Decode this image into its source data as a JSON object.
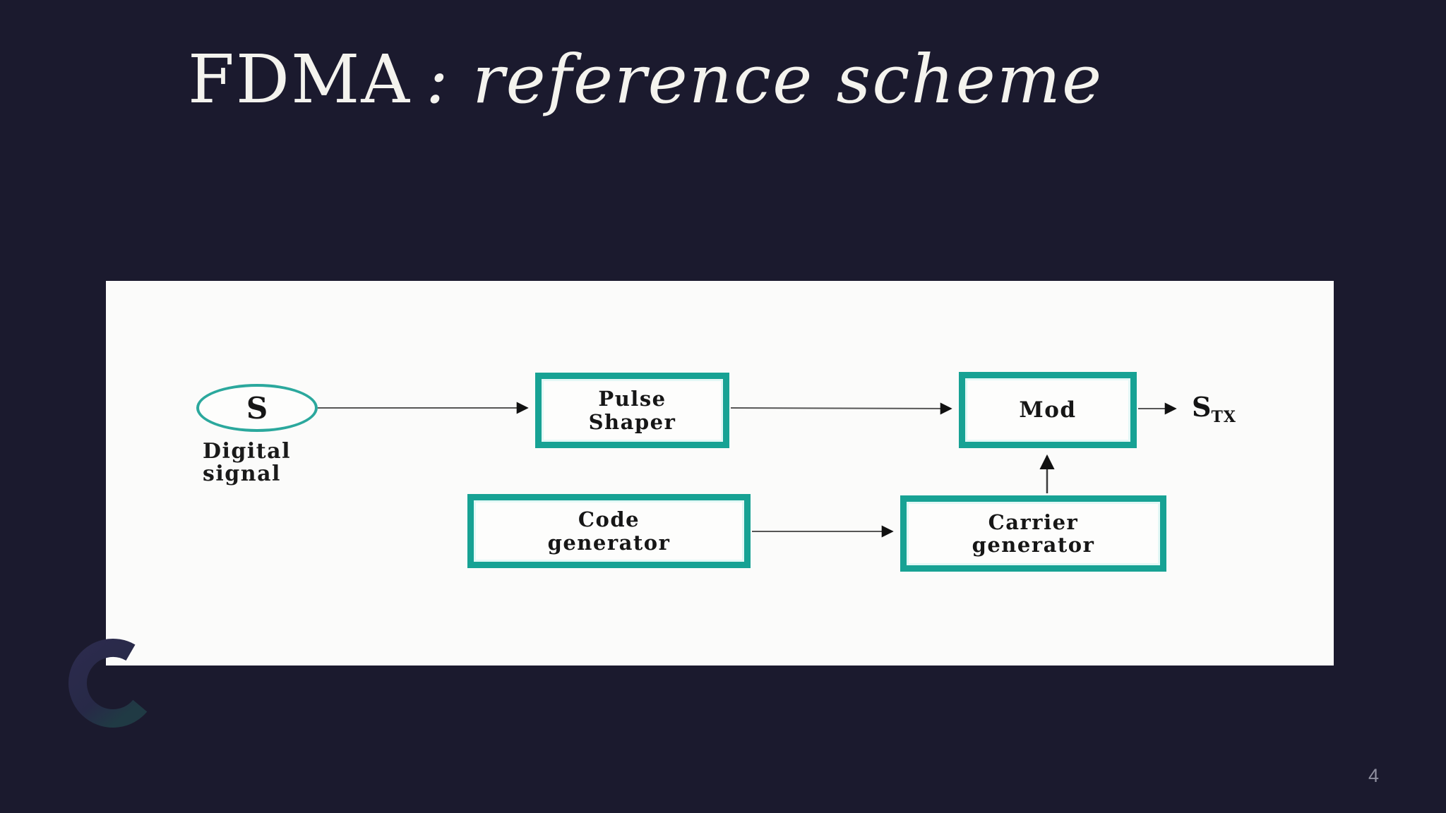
{
  "slide": {
    "title_prefix": "FDMA",
    "title_suffix": ": reference scheme",
    "page_number": "4",
    "colors": {
      "background": "#1b1a2e",
      "panel": "#fbfbfa",
      "accent_teal": "#17a294",
      "title_text": "#f4f3ee",
      "diagram_text": "#161616",
      "page_number_text": "#8e8e9e"
    }
  },
  "diagram": {
    "nodes": {
      "source": {
        "label": "S",
        "caption": "Digital signal",
        "shape": "ellipse"
      },
      "pulse_shaper": {
        "label": "Pulse Shaper",
        "shape": "rect"
      },
      "mod": {
        "label": "Mod",
        "shape": "rect"
      },
      "code_generator": {
        "label": "Code generator",
        "shape": "rect"
      },
      "carrier_generator": {
        "label": "Carrier generator",
        "shape": "rect"
      }
    },
    "output": {
      "base": "S",
      "subscript": "TX"
    },
    "connections": [
      {
        "from": "source",
        "to": "pulse_shaper"
      },
      {
        "from": "pulse_shaper",
        "to": "mod"
      },
      {
        "from": "mod",
        "to": "output_stx"
      },
      {
        "from": "code_generator",
        "to": "carrier_generator"
      },
      {
        "from": "carrier_generator",
        "to": "mod"
      }
    ]
  }
}
